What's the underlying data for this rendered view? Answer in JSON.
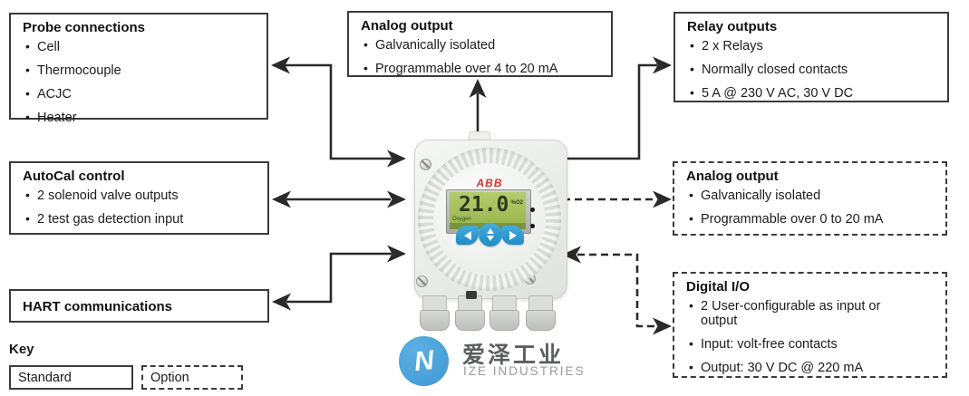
{
  "boxes": {
    "probe": {
      "title": "Probe connections",
      "bullets": [
        "Cell",
        "Thermocouple",
        "ACJC",
        "Heater"
      ]
    },
    "analog_top": {
      "title": "Analog output",
      "bullets": [
        "Galvanically isolated",
        "Programmable over 4 to 20 mA"
      ]
    },
    "relay": {
      "title": "Relay outputs",
      "bullets": [
        "2 x Relays",
        "Normally closed contacts",
        "5 A @ 230 V AC, 30 V DC"
      ]
    },
    "autocal": {
      "title": "AutoCal control",
      "bullets": [
        "2 solenoid valve outputs",
        "2 test gas detection input"
      ]
    },
    "analog_right": {
      "title": "Analog output",
      "bullets": [
        "Galvanically isolated",
        "Programmable over 0 to 20 mA"
      ]
    },
    "hart": {
      "title": "HART communications"
    },
    "digital": {
      "title": "Digital I/O",
      "bullets": [
        "2 User-configurable as input or output",
        "Input: volt-free contacts",
        "Output: 30 V DC @ 220 mA"
      ]
    }
  },
  "key": {
    "label": "Key",
    "standard": "Standard",
    "option": "Option"
  },
  "device": {
    "brand": "ABB",
    "display_value": "21.0",
    "display_unit": "%O2",
    "display_label": "Oxygen"
  },
  "watermark": {
    "cn": "爱泽工业",
    "en": "IZE INDUSTRIES",
    "glyph": "N"
  },
  "colors": {
    "box_border": "#3b3b3b",
    "arrow": "#2a2a2a",
    "abb_red": "#d9342b",
    "lcd_green": "#a6c25c",
    "button_blue": "#2d9bd4",
    "logo_blue": "#45a0da"
  }
}
